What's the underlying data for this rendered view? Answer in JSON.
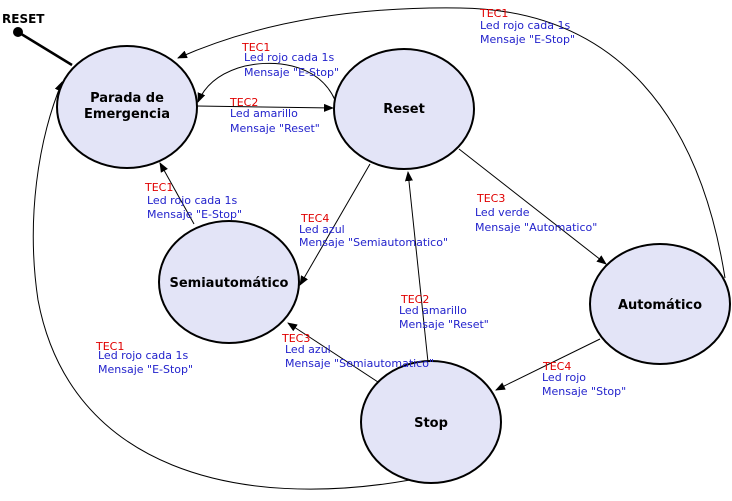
{
  "initial": {
    "label": "RESET"
  },
  "nodes": {
    "parada": {
      "line1": "Parada de",
      "line2": "Emergencia"
    },
    "reset": {
      "label": "Reset"
    },
    "semi": {
      "label": "Semiautomático"
    },
    "auto": {
      "label": "Automático"
    },
    "stop": {
      "label": "Stop"
    }
  },
  "colors": {
    "node_fill": "#e3e4f7",
    "trigger": "#e00000",
    "action": "#2222cc"
  },
  "transitions": {
    "auto_to_parada": {
      "trigger": "TEC1",
      "action1": "Led rojo cada 1s",
      "action2": "Mensaje \"E-Stop\""
    },
    "reset_to_parada": {
      "trigger": "TEC1",
      "action1": "Led rojo cada 1s",
      "action2": "Mensaje \"E-Stop\""
    },
    "parada_to_reset": {
      "trigger": "TEC2",
      "action1": "Led amarillo",
      "action2": "Mensaje \"Reset\""
    },
    "semi_to_parada": {
      "trigger": "TEC1",
      "action1": "Led rojo cada 1s",
      "action2": "Mensaje \"E-Stop\""
    },
    "reset_to_semi": {
      "trigger": "TEC4",
      "action1": "Led azul",
      "action2": "Mensaje \"Semiautomatico\""
    },
    "reset_to_auto": {
      "trigger": "TEC3",
      "action1": "Led verde",
      "action2": "Mensaje \"Automatico\""
    },
    "stop_to_reset": {
      "trigger": "TEC2",
      "action1": "Led amarillo",
      "action2": "Mensaje \"Reset\""
    },
    "stop_to_semi": {
      "trigger": "TEC3",
      "action1": "Led azul",
      "action2": "Mensaje \"Semiautomatico\""
    },
    "stop_to_parada": {
      "trigger": "TEC1",
      "action1": "Led rojo cada 1s",
      "action2": "Mensaje \"E-Stop\""
    },
    "auto_to_stop": {
      "trigger": "TEC4",
      "action1": "Led rojo",
      "action2": "Mensaje \"Stop\""
    }
  }
}
